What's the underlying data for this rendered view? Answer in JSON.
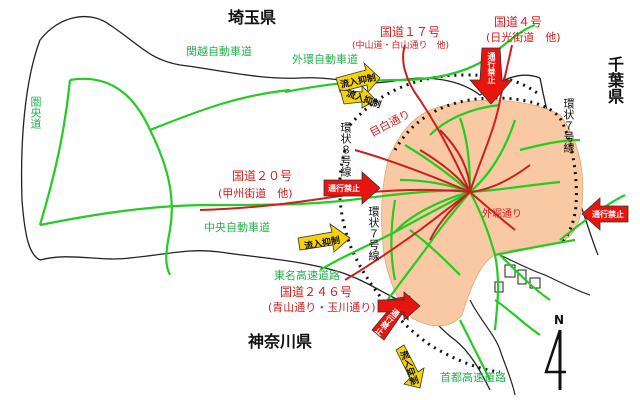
{
  "prefectures": {
    "saitama": "埼玉県",
    "chiba": "千葉県",
    "kanagawa": "神奈川県"
  },
  "roads": {
    "kanetsu": "関越自動車道",
    "gaikan": "外環自動車道",
    "route17_name": "国道１７号",
    "route17_alias": "(中山道・白山通り　他)",
    "route4_name": "国道４号",
    "route4_alias": "(日光街道　他)",
    "kenodo": "圏央道",
    "mejiro": "目白通り",
    "loop8": "環状８号線",
    "loop7_east": "環状７号線",
    "loop7_west": "環状７号線",
    "route20_name": "国道２０号",
    "route20_alias": "(甲州街道　他)",
    "chuo": "中央自動車道",
    "tomei": "東名高速道路",
    "route246_name": "国道２４６号",
    "route246_alias": "(青山通り・玉川通り)",
    "sotobori": "外堀通り",
    "shutoko": "首都高速道路"
  },
  "signs": {
    "inflow_limit": "流入抑制",
    "no_through": "通行禁止"
  },
  "compass": {
    "north": "N"
  },
  "colors": {
    "expressway": "#22cc22",
    "national_route": "#cc1f1f",
    "zone_fill": "#f8c9a2",
    "yellow_arrow": "#f5d20a",
    "red_arrow": "#e8150f"
  }
}
